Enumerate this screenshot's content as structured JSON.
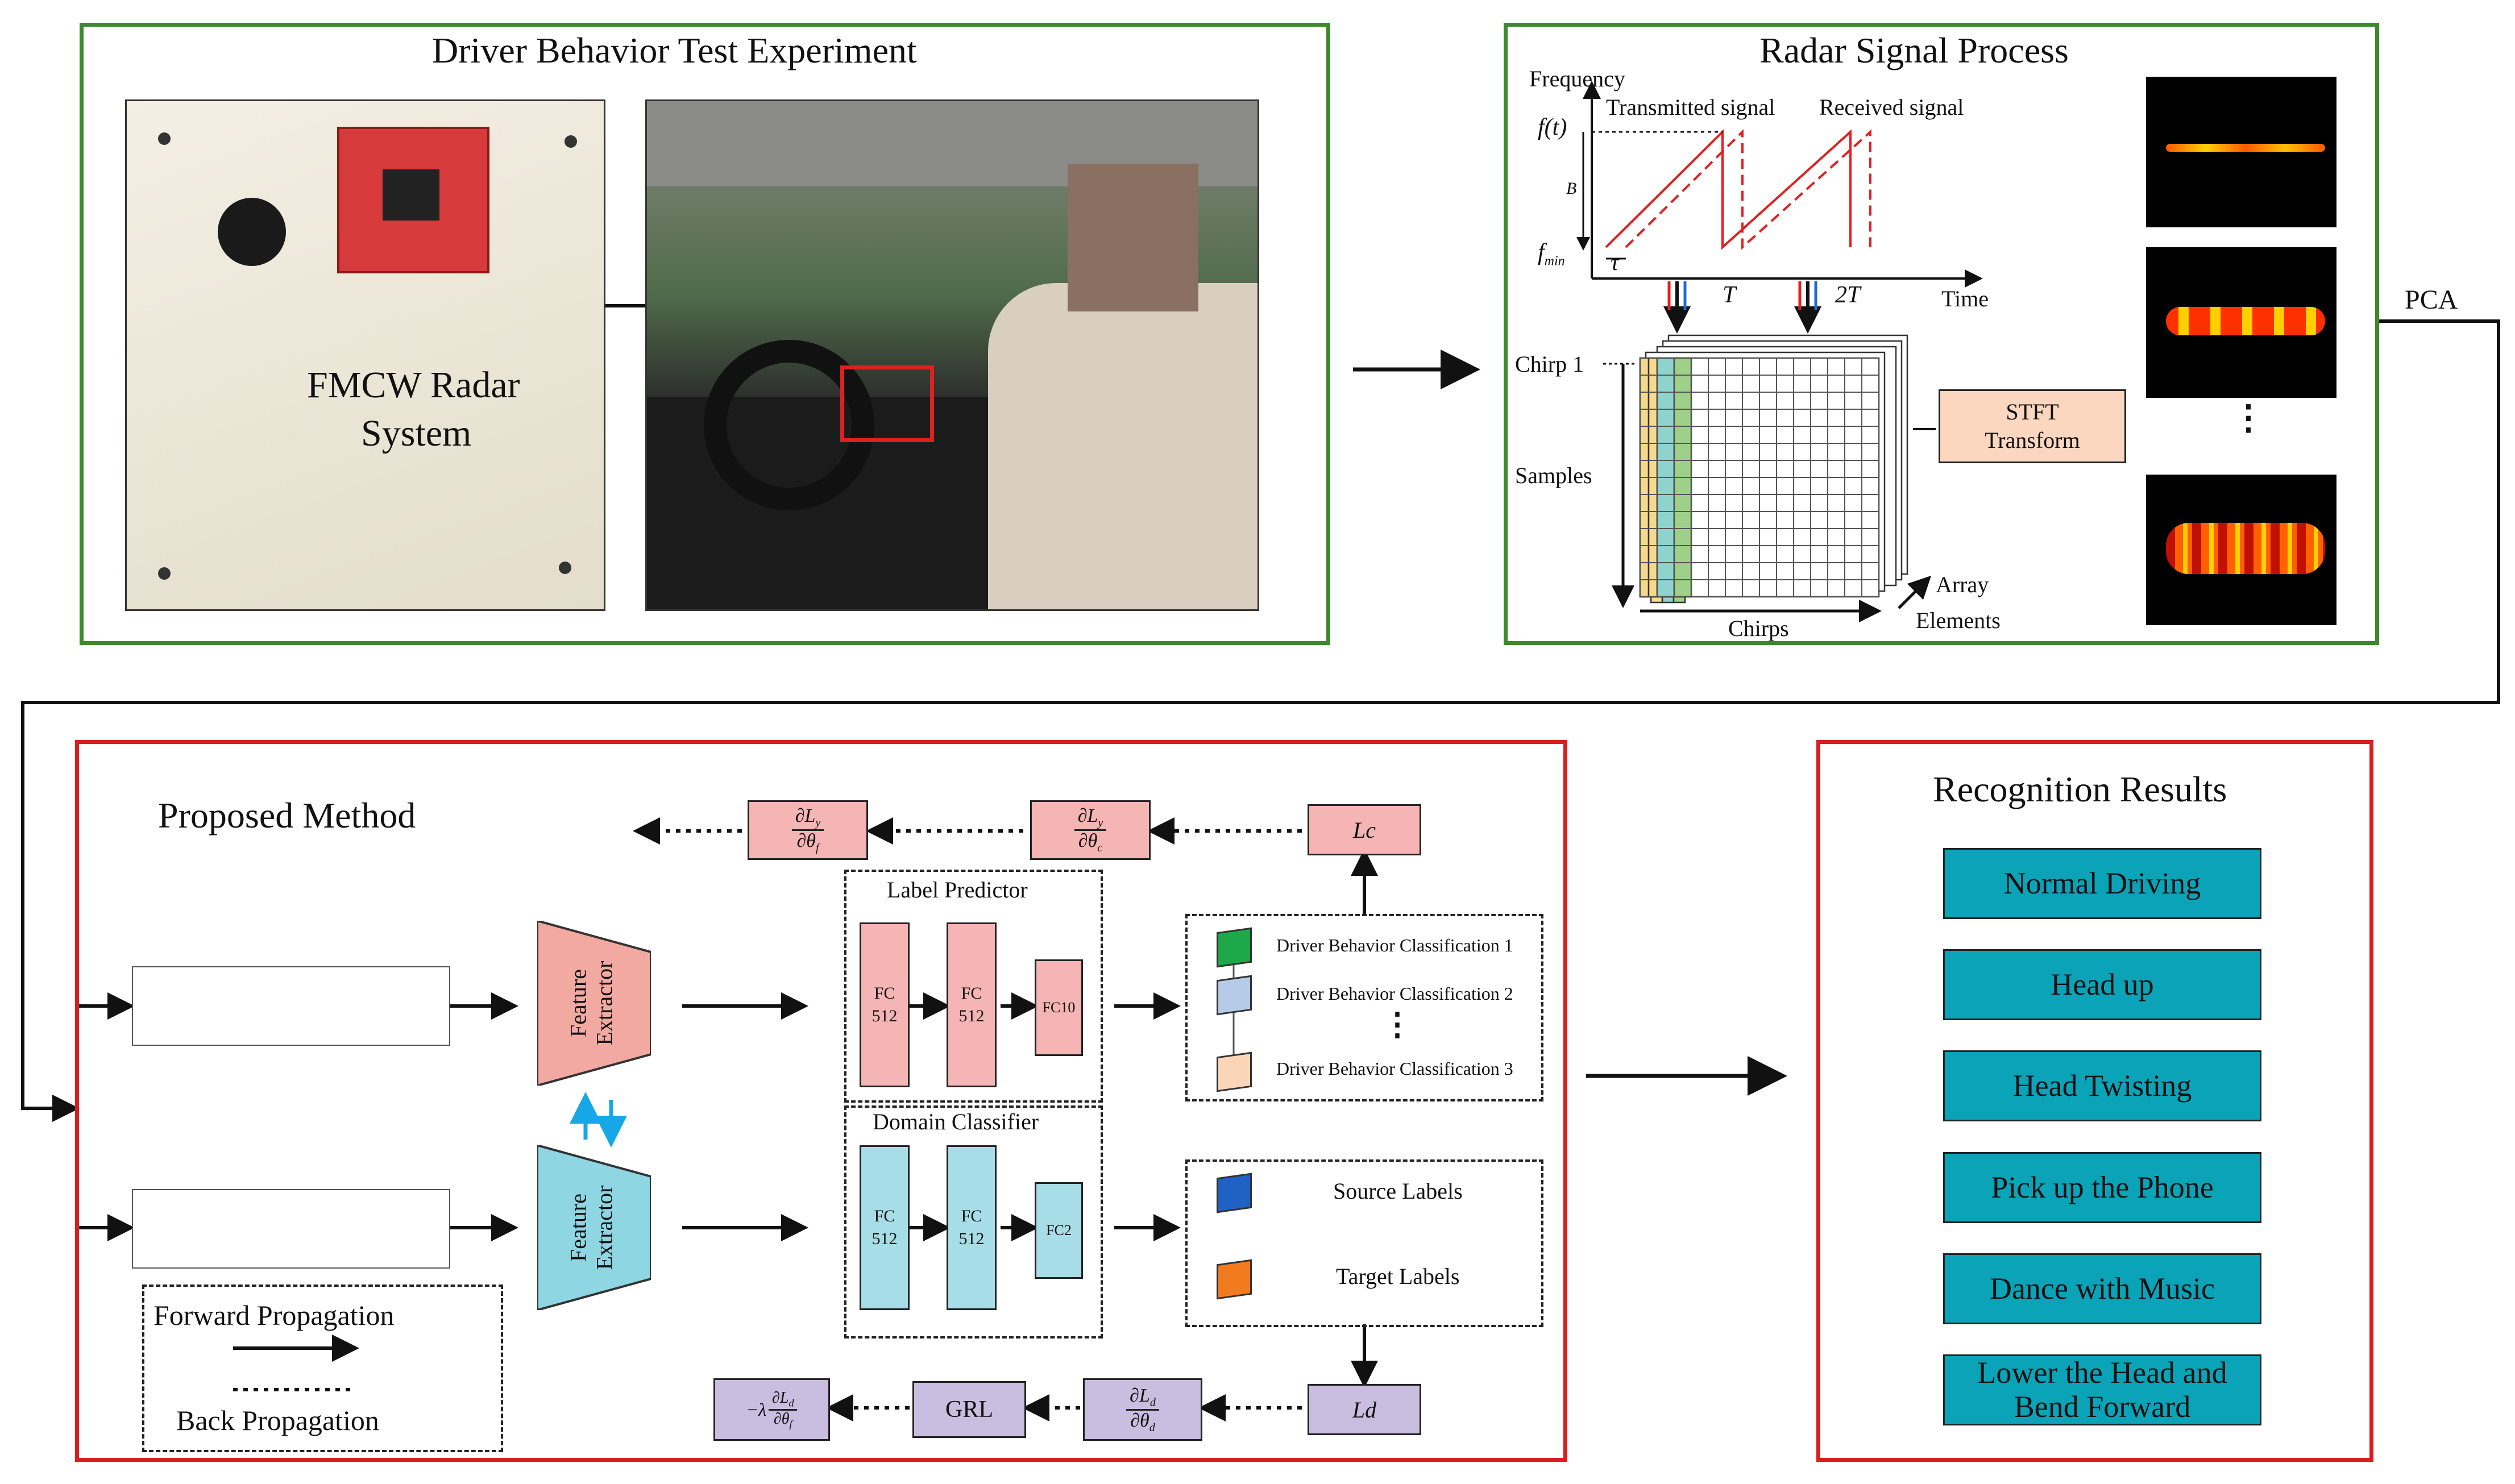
{
  "top_left": {
    "title": "Driver Behavior Test Experiment",
    "radar_label_line1": "FMCW Radar",
    "radar_label_line2": "System"
  },
  "top_right": {
    "title": "Radar Signal Process",
    "frequency": "Frequency",
    "f_t": "f(t)",
    "f_min": "f",
    "f_min_sub": "min",
    "b": "B",
    "tau": "τ",
    "transmitted": "Transmitted signal",
    "received": "Received signal",
    "t": "T",
    "two_t": "2T",
    "time": "Time",
    "chirp1": "Chirp 1",
    "samples": "Samples",
    "chirps": "Chirps",
    "array": "Array",
    "elements": "Elements",
    "stft_line1": "STFT",
    "stft_line2": "Transform",
    "ellipsis": "⋮"
  },
  "pca": "PCA",
  "method": {
    "title": "Proposed Method",
    "feature_extractor": [
      "Feature",
      "Extractor"
    ],
    "label_predictor": "Label Predictor",
    "domain_classifier": "Domain Classifier",
    "fc512_a": [
      "FC",
      "512"
    ],
    "fc10": "FC10",
    "fc2": "FC2",
    "classes": [
      "Driver Behavior Classification 1",
      "Driver Behavior Classification 2",
      "Driver Behavior Classification 3"
    ],
    "ellipsis": "⋮",
    "source_labels": "Source Labels",
    "target_labels": "Target Labels",
    "lc": "Lc",
    "ld": "Ld",
    "grl": "GRL",
    "forward": "Forward Propagation",
    "back": "Back Propagation",
    "grad_lc_f_num": "∂L",
    "grad_lc_f_den": "∂θ",
    "grad_lc_c_num": "∂L",
    "grad_lc_c_den": "∂θ",
    "grad_ld_num": "∂L",
    "grad_ld_den": "∂θ",
    "grad_lambda_prefix": "−λ",
    "grad_lambda_num": "∂L",
    "grad_lambda_den": "∂θ",
    "sub_y": "y",
    "sub_c": "c",
    "sub_f": "f",
    "sub_d": "d"
  },
  "results": {
    "title": "Recognition Results",
    "items": [
      "Normal Driving",
      "Head up",
      "Head Twisting",
      "Pick up the Phone",
      "Dance with Music",
      "Lower the Head and Bend Forward"
    ]
  },
  "colors": {
    "green_border": "#3b8a2b",
    "red_border": "#d81e1e",
    "pink": "#f5b5b5",
    "cyan": "#a7dde6",
    "lavender": "#c9bde0",
    "teal": "#0aa3b8",
    "wave": "#1f9bd6"
  }
}
